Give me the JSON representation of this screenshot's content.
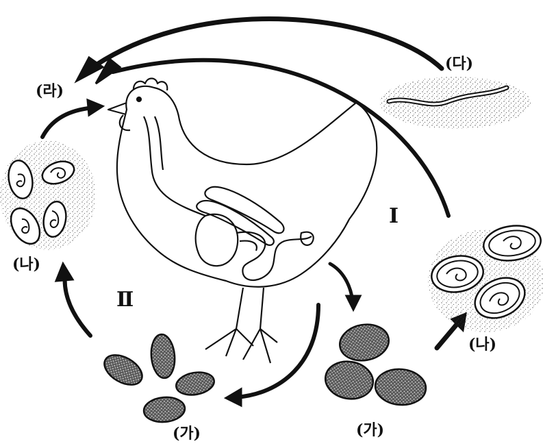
{
  "labels": {
    "ga_left": "(가)",
    "ga_right": "(가)",
    "na_left": "(나)",
    "na_right": "(나)",
    "da": "(다)",
    "ra": "(라)",
    "stage_one": "Ⅰ",
    "stage_two": "Ⅱ"
  }
}
